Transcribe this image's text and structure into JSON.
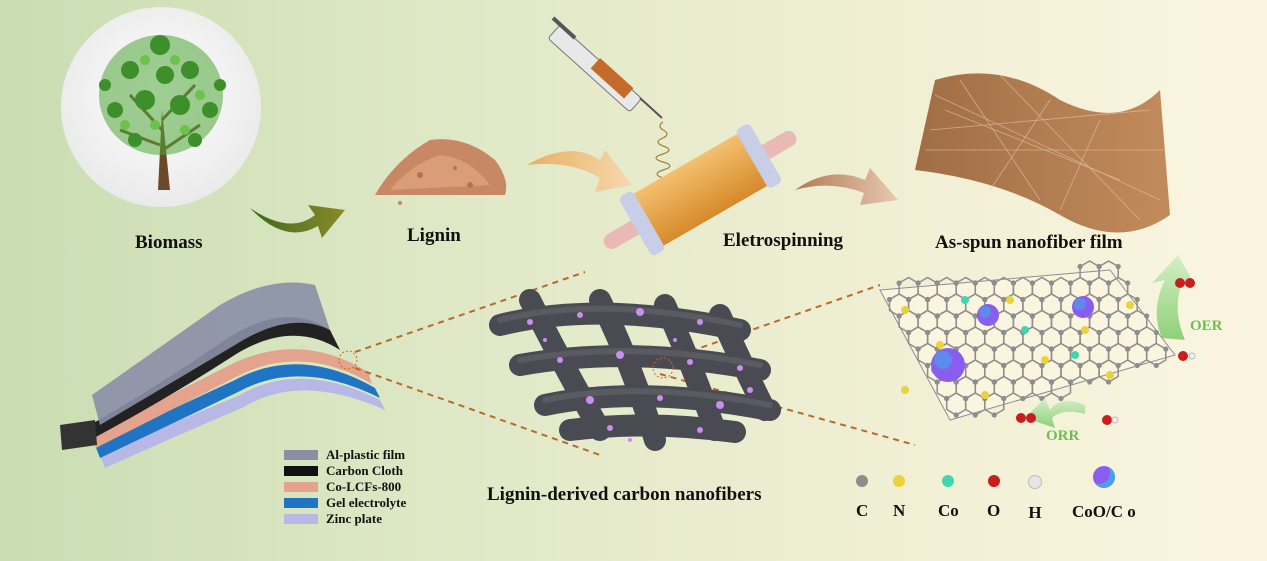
{
  "steps": {
    "biomass": "Biomass",
    "lignin": "Lignin",
    "electrospinning": "Eletrospinning",
    "film": "As-spun nanofiber film"
  },
  "center_label": "Lignin-derived carbon nanofibers",
  "battery_legend": [
    {
      "label": "Al-plastic film",
      "color": "#8a8fa6"
    },
    {
      "label": "Carbon Cloth",
      "color": "#111111"
    },
    {
      "label": "Co-LCFs-800",
      "color": "#e3a38c"
    },
    {
      "label": "Gel electrolyte",
      "color": "#1f74c4"
    },
    {
      "label": "Zinc plate",
      "color": "#b7b8e6"
    }
  ],
  "reactions": {
    "oer": "OER",
    "orr": "ORR"
  },
  "atom_legend": [
    {
      "label": "C",
      "color": "#8d8d8d",
      "icon": "carbon-atom"
    },
    {
      "label": "N",
      "color": "#e9d23a",
      "icon": "nitrogen-atom"
    },
    {
      "label": "Co",
      "color": "#3fd6b0",
      "icon": "cobalt-atom"
    },
    {
      "label": "O",
      "color": "#c81e1e",
      "icon": "oxygen-atom"
    },
    {
      "label": "H",
      "color": "#e6e6e6",
      "icon": "hydrogen-atom"
    },
    {
      "label": "CoO/C o",
      "color": "#8a5cf0",
      "icon": "coo-co-particle"
    }
  ]
}
